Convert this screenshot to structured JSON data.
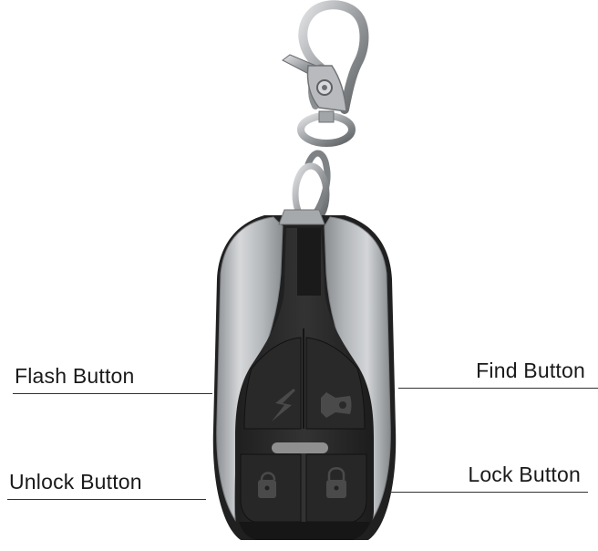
{
  "labels": {
    "flash": "Flash Button",
    "find": "Find Button",
    "unlock": "Unlock Button",
    "lock": "Lock Button"
  },
  "icons": {
    "flash": "lightning-bolt-icon",
    "find": "horn-icon",
    "unlock": "unlocked-padlock-icon",
    "lock": "locked-padlock-icon"
  },
  "colors": {
    "body": "#2a2a2a",
    "shell": "#b9bcbf",
    "clip": "#a6a9ac",
    "text": "#1a1a1a",
    "line": "#333333",
    "indicator": "#8f8f8f"
  }
}
